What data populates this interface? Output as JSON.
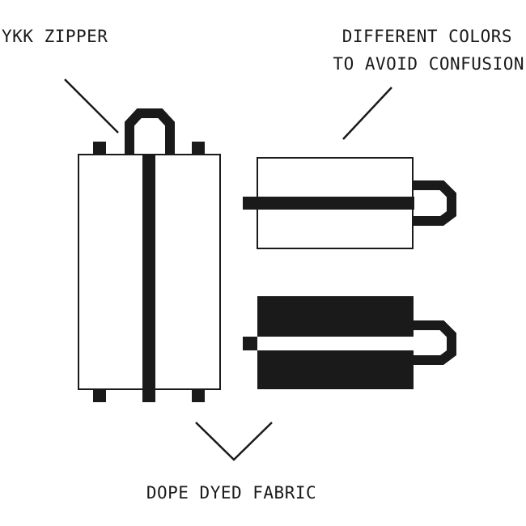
{
  "labels": {
    "zipper": "YKK ZIPPER",
    "colors_line1": "DIFFERENT COLORS",
    "colors_line2": "TO AVOID CONFUSION",
    "fabric": "DOPE DYED FABRIC"
  },
  "colors": {
    "ink": "#1a1a1a",
    "paper": "#ffffff"
  },
  "icons": {
    "tall_bag": "vertical-zipper-pouch-icon",
    "light_bag": "white-horizontal-pouch-icon",
    "dark_bag": "black-horizontal-pouch-icon"
  }
}
